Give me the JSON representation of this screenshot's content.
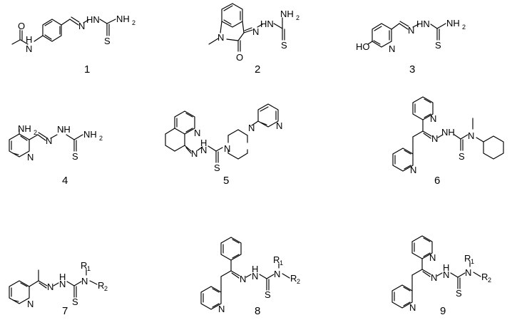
{
  "compounds": [
    {
      "number": "1",
      "labels": {
        "nh": "N",
        "h": "H",
        "hn": "HN",
        "nh2": "NH",
        "two": "2",
        "n": "N",
        "s": "S",
        "o": "O"
      }
    },
    {
      "number": "2",
      "labels": {
        "n": "N",
        "hn": "HN",
        "nh2": "NH",
        "two": "2",
        "n2": "N",
        "s": "S",
        "o": "O"
      }
    },
    {
      "number": "3",
      "labels": {
        "ho": "HO",
        "n": "N",
        "hn": "HN",
        "nh2": "NH",
        "two": "2",
        "n2": "N",
        "s": "S"
      }
    },
    {
      "number": "4",
      "labels": {
        "nh2": "NH",
        "two": "2",
        "n": "N",
        "n2": "N",
        "nh": "NH",
        "nh2b": "NH",
        "twob": "2",
        "s": "S"
      }
    },
    {
      "number": "5",
      "labels": {
        "n": "N",
        "n2": "N",
        "h": "H",
        "n3": "N",
        "n4": "N",
        "n5": "N",
        "n6": "N",
        "s": "S"
      }
    },
    {
      "number": "6",
      "labels": {
        "n": "N",
        "n2": "N",
        "n3": "N",
        "nh": "NH",
        "n4": "N",
        "s": "S"
      }
    },
    {
      "number": "7",
      "labels": {
        "n": "N",
        "n2": "N",
        "h": "H",
        "n3": "N",
        "r": "R",
        "one": "1",
        "r2": "R",
        "two": "2",
        "s": "S"
      }
    },
    {
      "number": "8",
      "labels": {
        "n": "N",
        "n2": "N",
        "h": "H",
        "n3": "N",
        "r": "R",
        "one": "1",
        "r2": "R",
        "two": "2",
        "s": "S"
      }
    },
    {
      "number": "9",
      "labels": {
        "n": "N",
        "n2": "N",
        "n3": "N",
        "h": "H",
        "n4": "N",
        "r": "R",
        "one": "1",
        "r2": "R",
        "two": "2",
        "s": "S"
      }
    }
  ]
}
